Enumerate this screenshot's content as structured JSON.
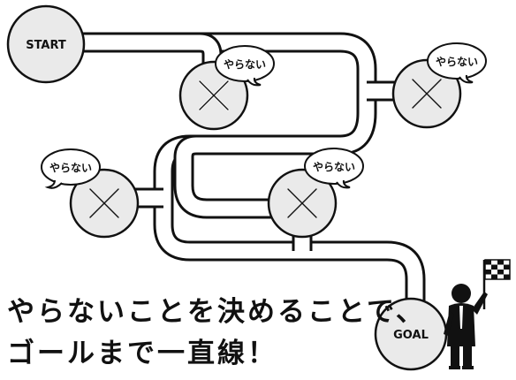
{
  "start": {
    "label": "START"
  },
  "goal": {
    "label": "GOAL"
  },
  "skipped": [
    {
      "bubble": "やらない"
    },
    {
      "bubble": "やらない"
    },
    {
      "bubble": "やらない"
    },
    {
      "bubble": "やらない"
    }
  ],
  "headline": {
    "line1": "やらないことを決めることで、",
    "line2": "ゴールまで一直線！"
  },
  "colors": {
    "ink": "#111111",
    "circle_fill": "#eaeaea",
    "paper": "#ffffff"
  },
  "icons": [
    "x-mark-icon",
    "speech-bubble-icon",
    "businessman-icon",
    "checkered-flag-icon"
  ]
}
